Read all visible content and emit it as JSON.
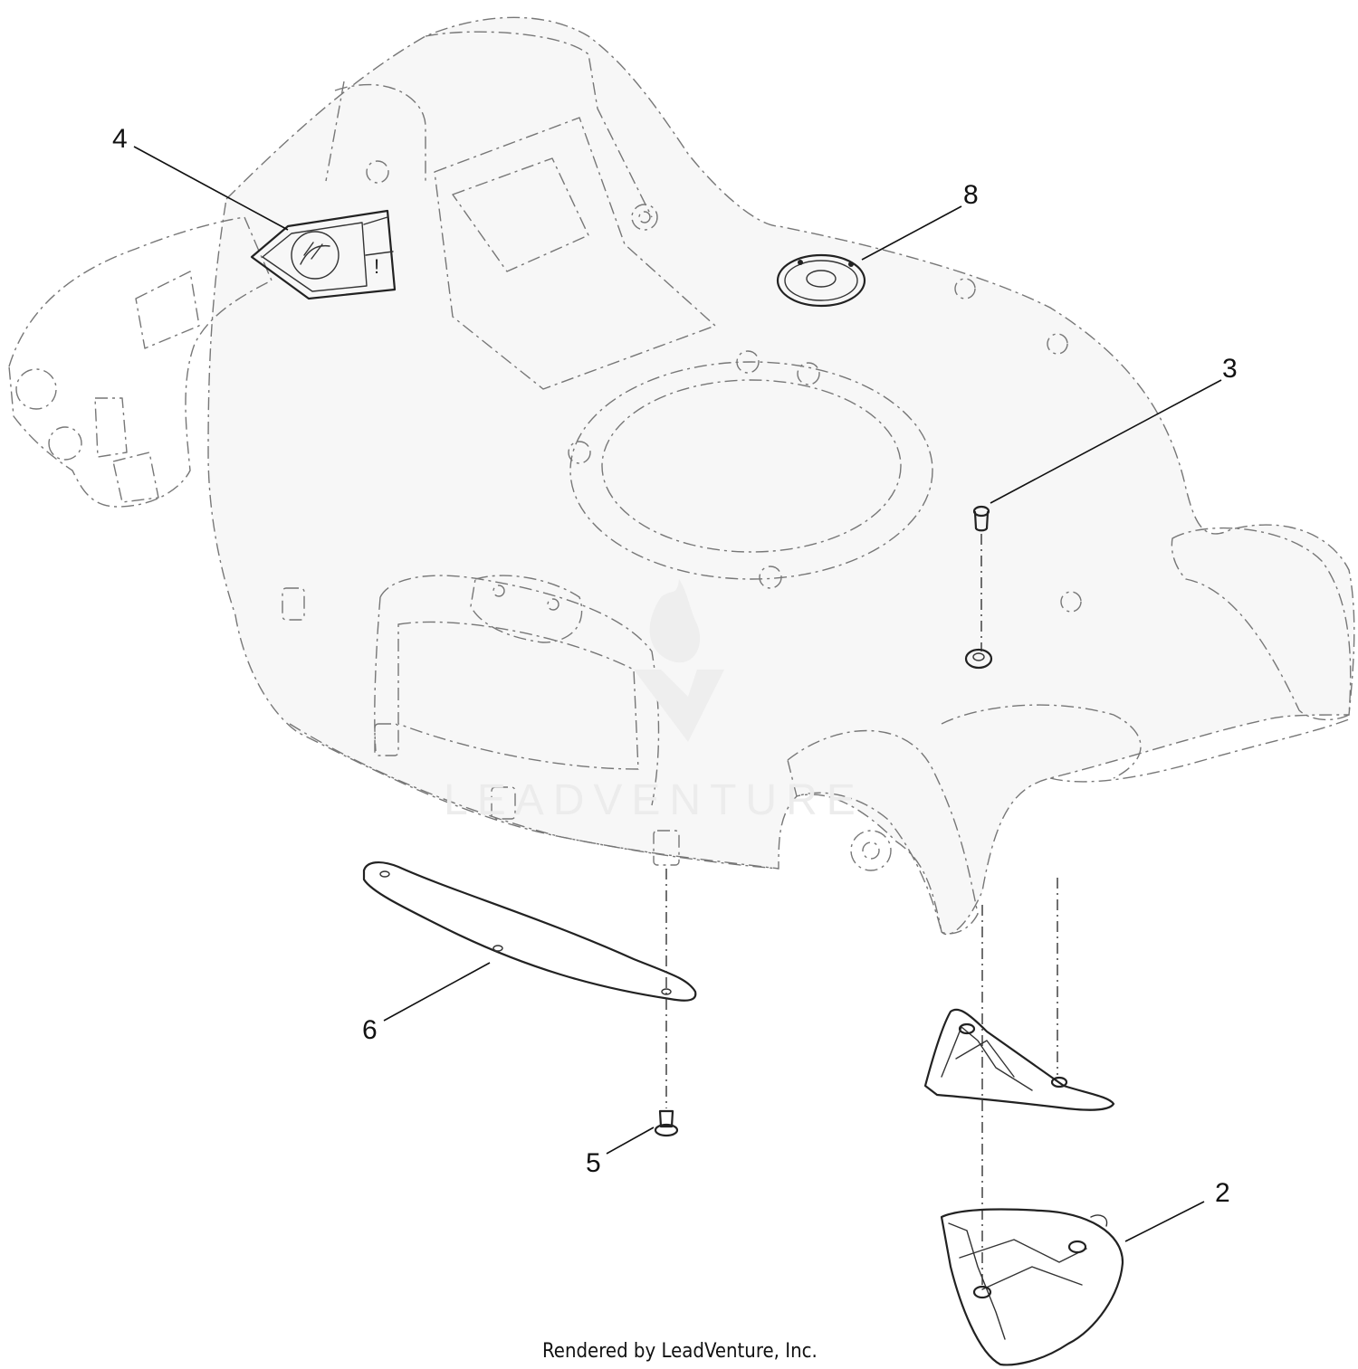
{
  "callouts": [
    {
      "id": "2",
      "label": "2"
    },
    {
      "id": "3",
      "label": "3"
    },
    {
      "id": "4",
      "label": "4"
    },
    {
      "id": "5",
      "label": "5"
    },
    {
      "id": "6",
      "label": "6"
    },
    {
      "id": "8",
      "label": "8"
    }
  ],
  "watermark": "LEADVENTURE",
  "footer": "Rendered by LeadVenture, Inc.",
  "decal_mark": "!"
}
